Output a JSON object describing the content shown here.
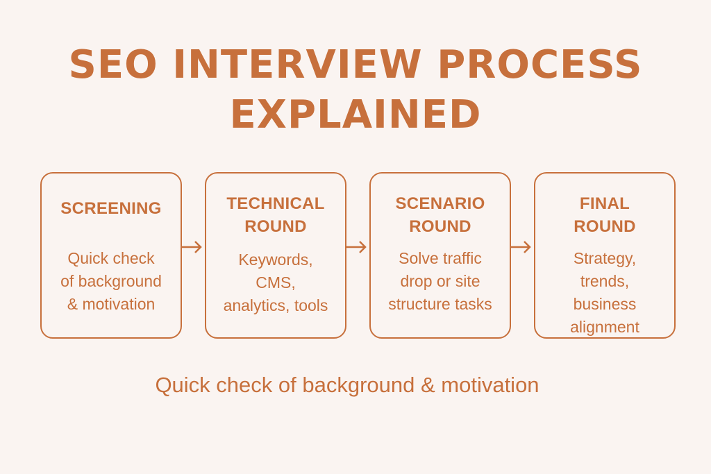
{
  "title": {
    "line1": "SEO INTERVIEW PROCESS",
    "line2": "EXPLAINED"
  },
  "colors": {
    "background": "#faf4f1",
    "accent": "#c7703c"
  },
  "steps": [
    {
      "heading": [
        "SCREENING"
      ],
      "description": [
        "Quick check",
        "of background",
        "& motivation"
      ]
    },
    {
      "heading": [
        "TECHNICAL",
        "ROUND"
      ],
      "description": [
        "Keywords,",
        "CMS,",
        "analytics, tools"
      ]
    },
    {
      "heading": [
        "SCENARIO",
        "ROUND"
      ],
      "description": [
        "Solve traffic",
        "drop or site",
        "structure tasks"
      ]
    },
    {
      "heading": [
        "FINAL",
        "ROUND"
      ],
      "description": [
        "Strategy,",
        "trends,",
        "business",
        "alignment"
      ]
    }
  ],
  "arrows": [
    "arrow-right",
    "arrow-right",
    "arrow-right"
  ],
  "caption": "Quick check of background & motivation"
}
